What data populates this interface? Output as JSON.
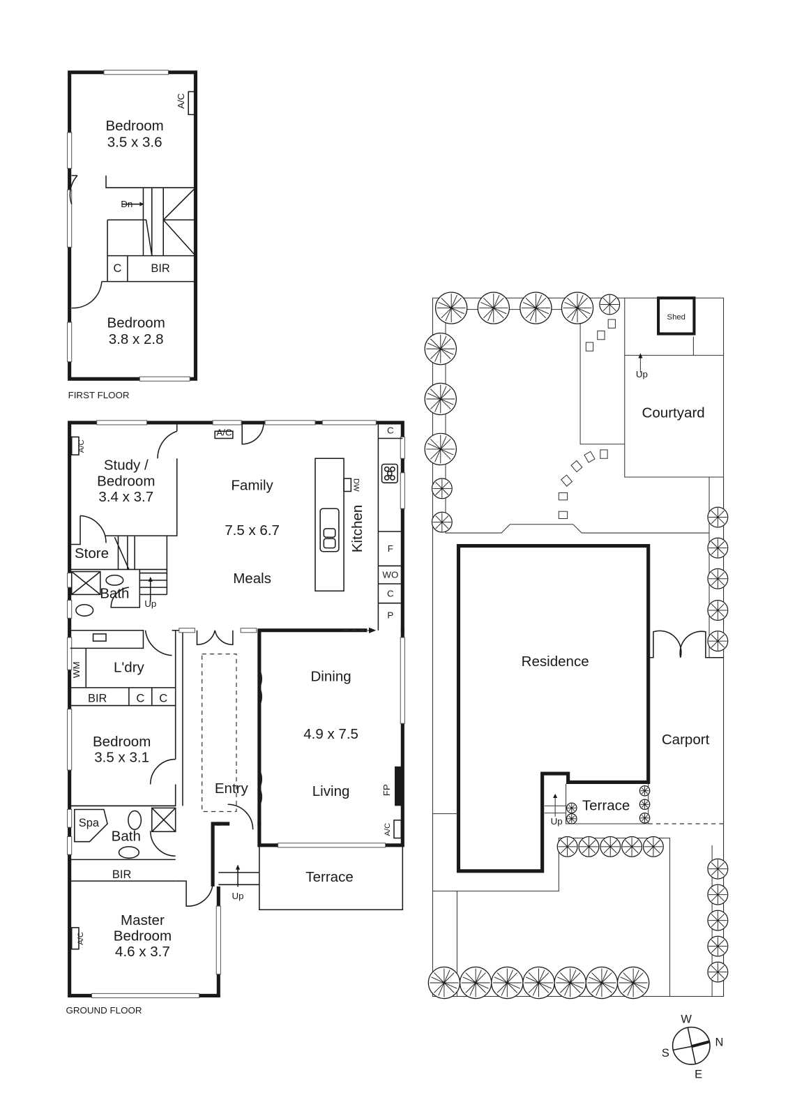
{
  "first_floor": {
    "caption": "FIRST FLOOR",
    "rooms": [
      {
        "name": "Bedroom",
        "size": "3.5 x 3.6"
      },
      {
        "name": "Bedroom",
        "size": "3.8 x 2.8"
      }
    ],
    "labels": {
      "ac": "A/C",
      "stairs": "Dn",
      "closet": "C",
      "bir": "BIR"
    }
  },
  "ground_floor": {
    "caption": "GROUND FLOOR",
    "rooms": {
      "study": {
        "name_line1": "Study /",
        "name_line2": "Bedroom",
        "size": "3.4 x 3.7"
      },
      "family": {
        "name": "Family",
        "size": "7.5 x 6.7",
        "name2": "Meals"
      },
      "kitchen": {
        "name": "Kitchen"
      },
      "store": {
        "name": "Store"
      },
      "bath1": {
        "name": "Bath"
      },
      "laundry": {
        "name": "L'dry"
      },
      "bedroom": {
        "name": "Bedroom",
        "size": "3.5 x 3.1"
      },
      "bath2": {
        "name": "Bath",
        "spa": "Spa"
      },
      "master": {
        "name_line1": "Master",
        "name_line2": "Bedroom",
        "size": "4.6 x 3.7"
      },
      "dining": {
        "name": "Dining",
        "size": "4.9 x 7.5",
        "name2": "Living"
      },
      "entry": {
        "name": "Entry"
      },
      "terrace": {
        "name": "Terrace"
      }
    },
    "labels": {
      "ac": "A/C",
      "up": "Up",
      "dw": "DW",
      "fridge": "F",
      "wall_oven": "WO",
      "closet": "C",
      "pantry": "P",
      "wm": "WM",
      "bir": "BIR",
      "fireplace": "FP"
    }
  },
  "site": {
    "labels": {
      "shed": "Shed",
      "courtyard": "Courtyard",
      "residence": "Residence",
      "carport": "Carport",
      "terrace": "Terrace",
      "up": "Up"
    }
  },
  "compass": {
    "n": "N",
    "s": "S",
    "e": "E",
    "w": "W"
  }
}
